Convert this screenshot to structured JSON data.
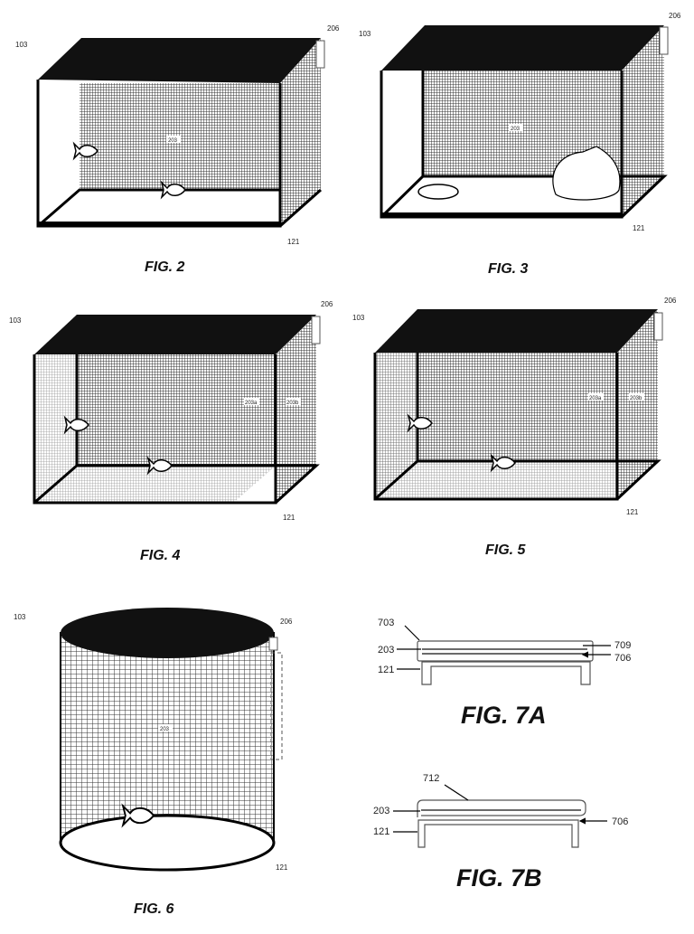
{
  "figures": {
    "fig2": {
      "caption": "FIG. 2",
      "ref_enclosure": "103",
      "ref_device": "206",
      "ref_mesh": "203",
      "ref_base": "121"
    },
    "fig3": {
      "caption": "FIG. 3",
      "ref_enclosure": "103",
      "ref_device": "206",
      "ref_mesh": "203",
      "ref_base": "121"
    },
    "fig4": {
      "caption": "FIG. 4",
      "ref_enclosure": "103",
      "ref_device": "206",
      "ref_mesh_a": "203a",
      "ref_mesh_b": "203b",
      "ref_base": "121"
    },
    "fig5": {
      "caption": "FIG. 5",
      "ref_enclosure": "103",
      "ref_device": "206",
      "ref_mesh_a": "203a",
      "ref_mesh_b": "203b",
      "ref_base": "121"
    },
    "fig6": {
      "caption": "FIG. 6",
      "ref_enclosure": "103",
      "ref_device": "206",
      "ref_mesh": "203",
      "ref_base": "121"
    },
    "fig7a": {
      "caption": "FIG. 7A",
      "ref_cover": "703",
      "ref_mesh": "203",
      "ref_base": "121",
      "ref_top": "709",
      "ref_bottom": "706"
    },
    "fig7b": {
      "caption": "FIG. 7B",
      "ref_cover": "712",
      "ref_mesh": "203",
      "ref_base": "121",
      "ref_bottom": "706"
    }
  }
}
